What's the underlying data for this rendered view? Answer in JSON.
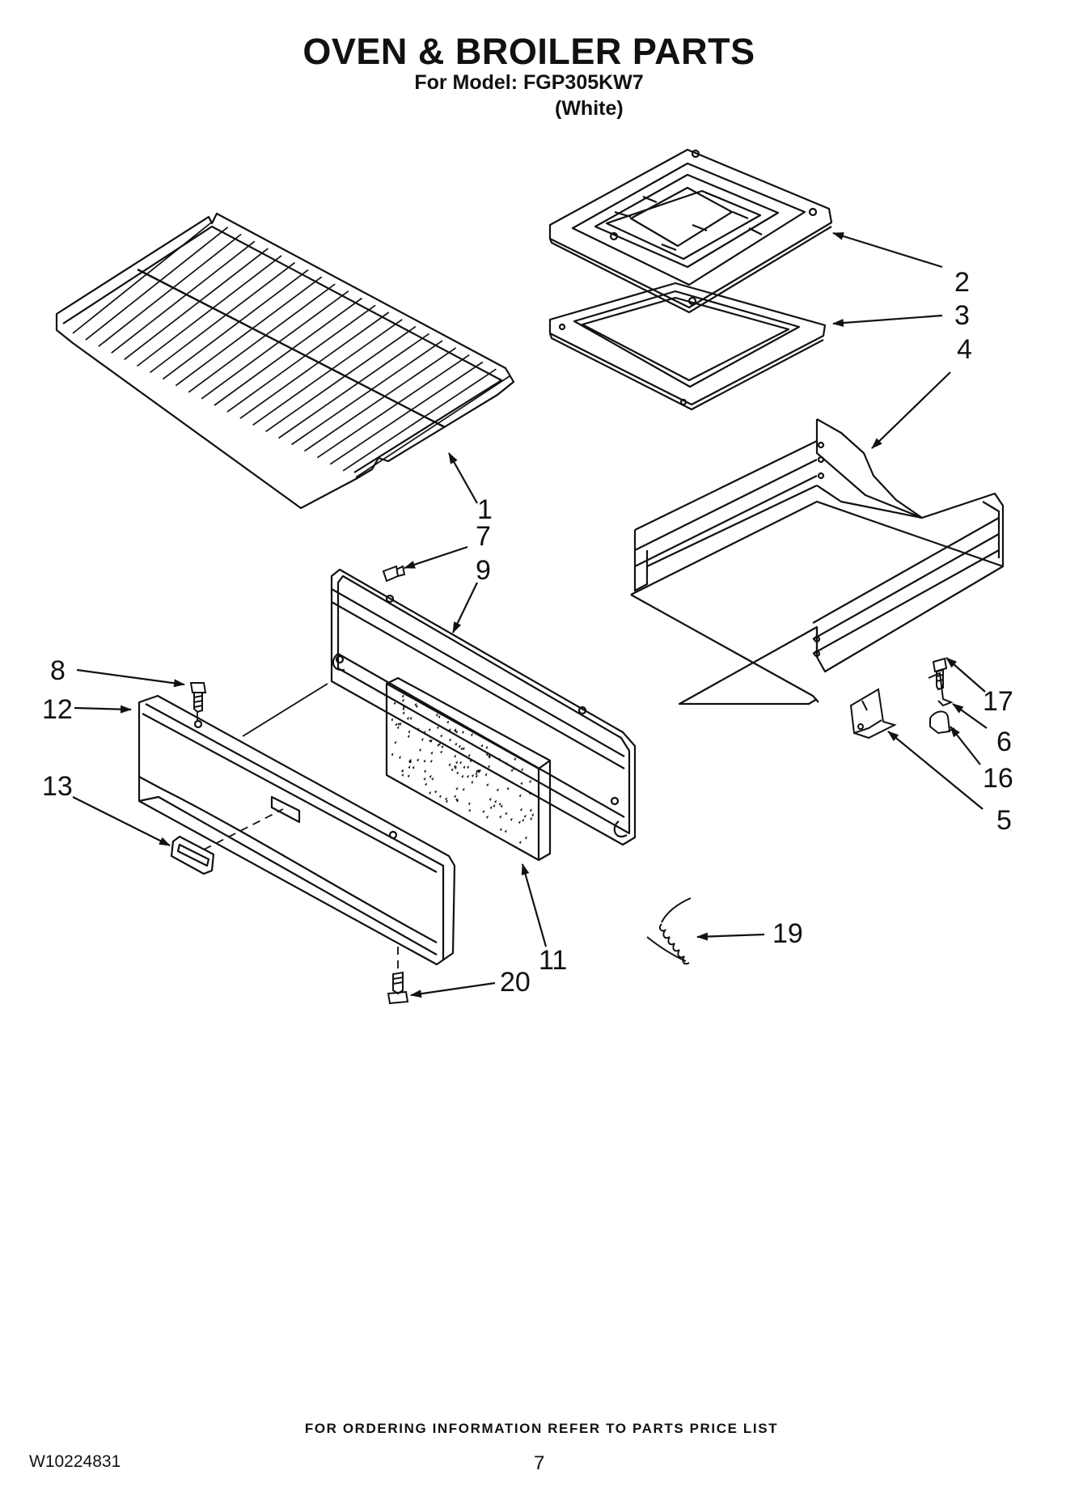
{
  "header": {
    "title": "OVEN & BROILER PARTS",
    "model_line": "For Model: FGP305KW7",
    "color_line": "(White)"
  },
  "callouts": [
    {
      "id": "c1",
      "label": "1"
    },
    {
      "id": "c2",
      "label": "2"
    },
    {
      "id": "c3",
      "label": "3"
    },
    {
      "id": "c4",
      "label": "4"
    },
    {
      "id": "c5",
      "label": "5"
    },
    {
      "id": "c6",
      "label": "6"
    },
    {
      "id": "c7",
      "label": "7"
    },
    {
      "id": "c8",
      "label": "8"
    },
    {
      "id": "c9",
      "label": "9"
    },
    {
      "id": "c11",
      "label": "11"
    },
    {
      "id": "c12",
      "label": "12"
    },
    {
      "id": "c13",
      "label": "13"
    },
    {
      "id": "c16",
      "label": "16"
    },
    {
      "id": "c17",
      "label": "17"
    },
    {
      "id": "c19",
      "label": "19"
    },
    {
      "id": "c20",
      "label": "20"
    }
  ],
  "footer": {
    "ordering_note": "FOR ORDERING INFORMATION REFER TO PARTS PRICE LIST",
    "doc_number": "W10224831",
    "page_number": "7"
  },
  "colors": {
    "ink": "#111111",
    "background": "#ffffff"
  }
}
